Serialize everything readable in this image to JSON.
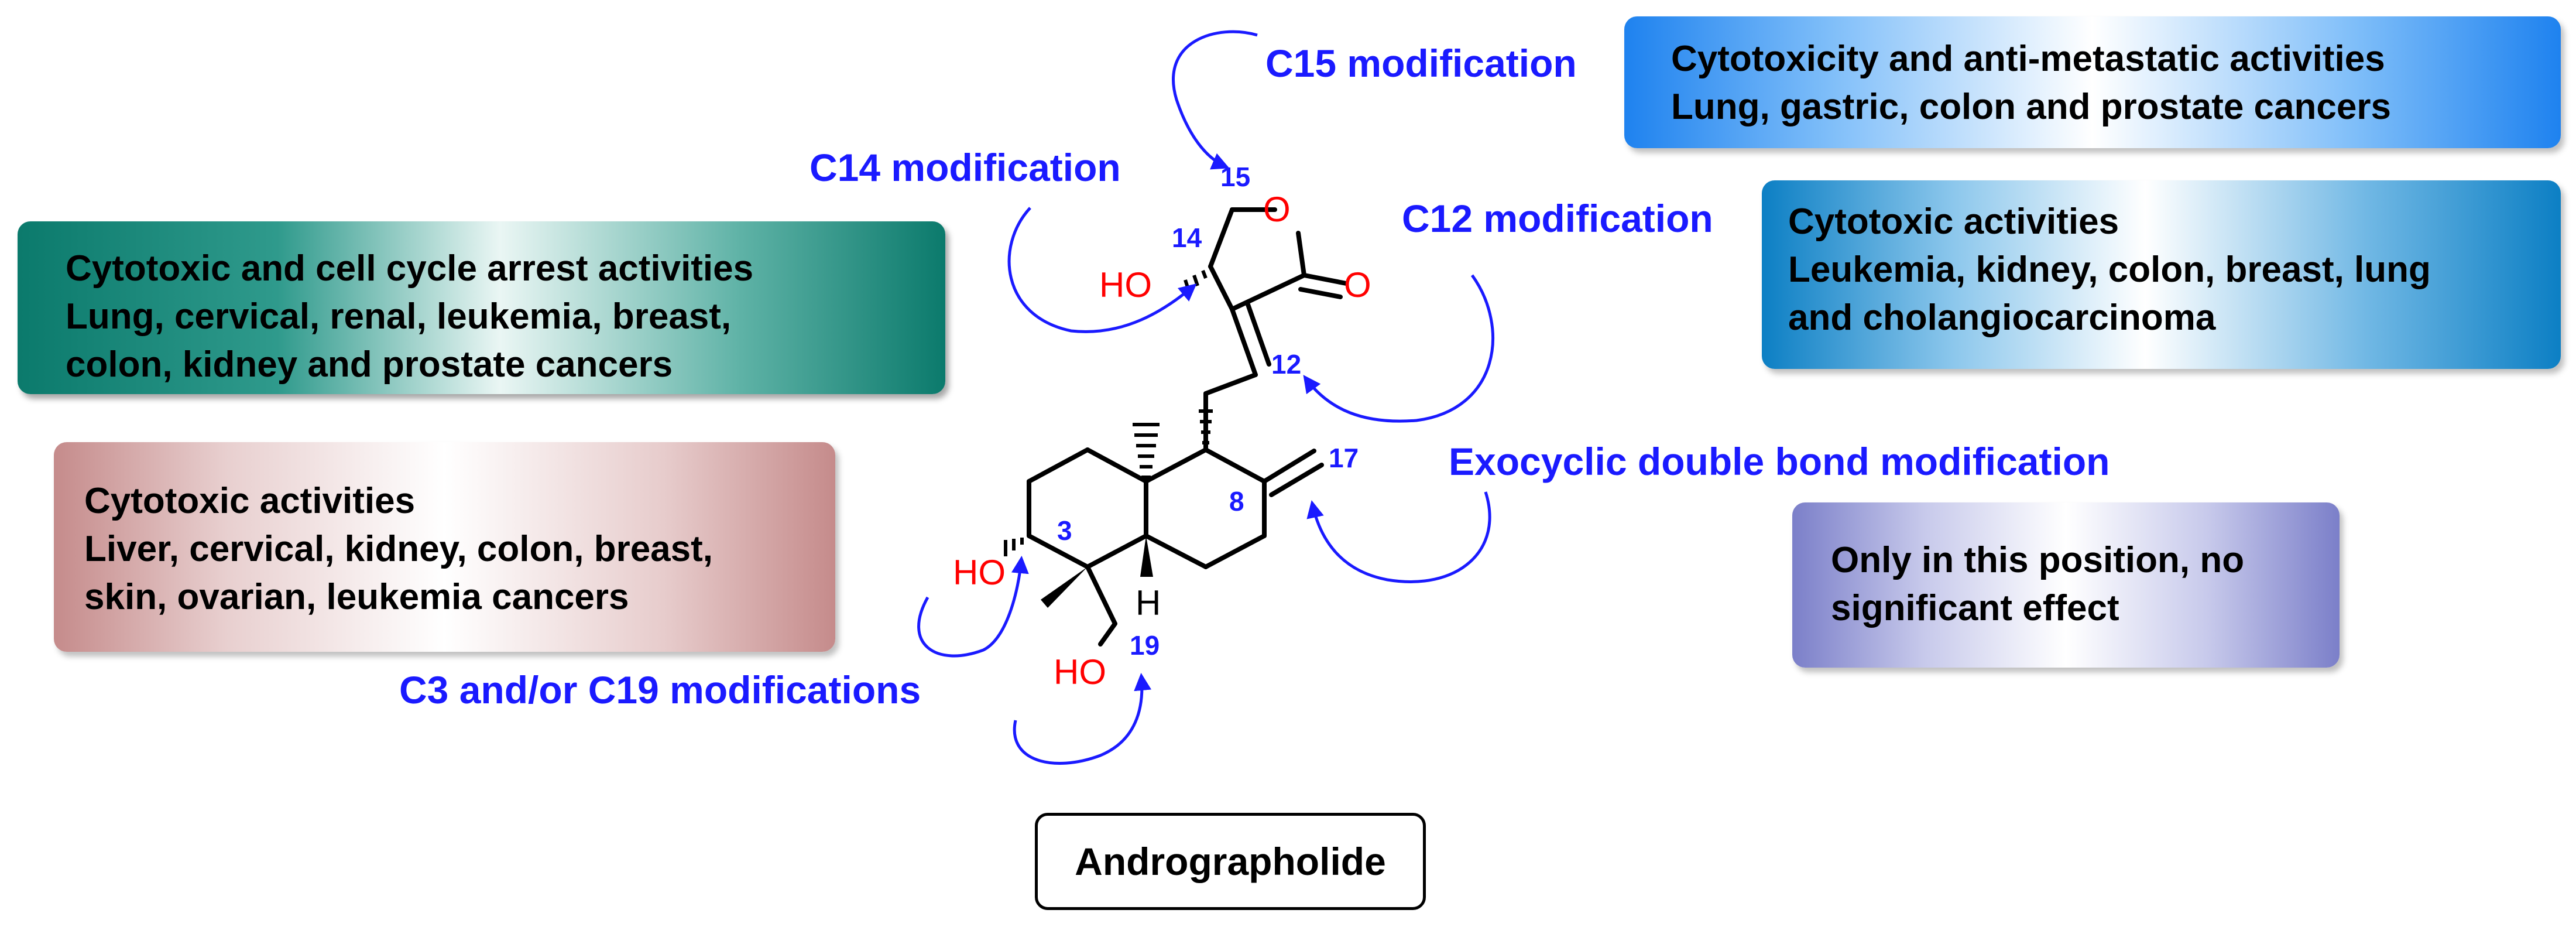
{
  "title": "Andrographolide",
  "modifications": {
    "c15": "C15 modification",
    "c14": "C14 modification",
    "c12": "C12 modification",
    "exocyclic": "Exocyclic double bond modification",
    "c3_c19": "C3 and/or C19 modifications"
  },
  "effect_boxes": {
    "c14": {
      "lines": [
        "Cytotoxic and cell cycle arrest activities",
        "Lung, cervical, renal, leukemia, breast,",
        "colon, kidney and prostate cancers"
      ],
      "color": "#0b7a6c"
    },
    "c3_c19": {
      "lines": [
        "Cytotoxic activities",
        "Liver, cervical, kidney, colon, breast,",
        "skin, ovarian, leukemia cancers"
      ],
      "color": "#c58b8b"
    },
    "c15": {
      "lines": [
        "Cytotoxicity and anti-metastatic activities",
        "Lung, gastric, colon and prostate cancers"
      ],
      "color": "#1e82ef"
    },
    "c12": {
      "lines": [
        "Cytotoxic activities",
        "Leukemia, kidney, colon, breast, lung",
        "and cholangiocarcinoma"
      ],
      "color": "#0c7fc4"
    },
    "exocyclic": {
      "lines": [
        "Only in this position, no",
        "significant effect"
      ],
      "color": "#7b7fc9"
    }
  },
  "structure": {
    "atom_labels": {
      "o_ring": "O",
      "o_carbonyl": "O",
      "ho_c14": "HO",
      "ho_c3": "HO",
      "ho_c19": "HO",
      "h_c9": "H"
    },
    "position_labels": {
      "n15": "15",
      "n14": "14",
      "n12": "12",
      "n17": "17",
      "n8": "8",
      "n3": "3",
      "n19": "19"
    }
  },
  "colors": {
    "modification_text": "#1a1aff",
    "arrow": "#1a1aff",
    "heteroatom": "#ff0000",
    "position_number": "#1a1aff",
    "bond": "#000000"
  }
}
